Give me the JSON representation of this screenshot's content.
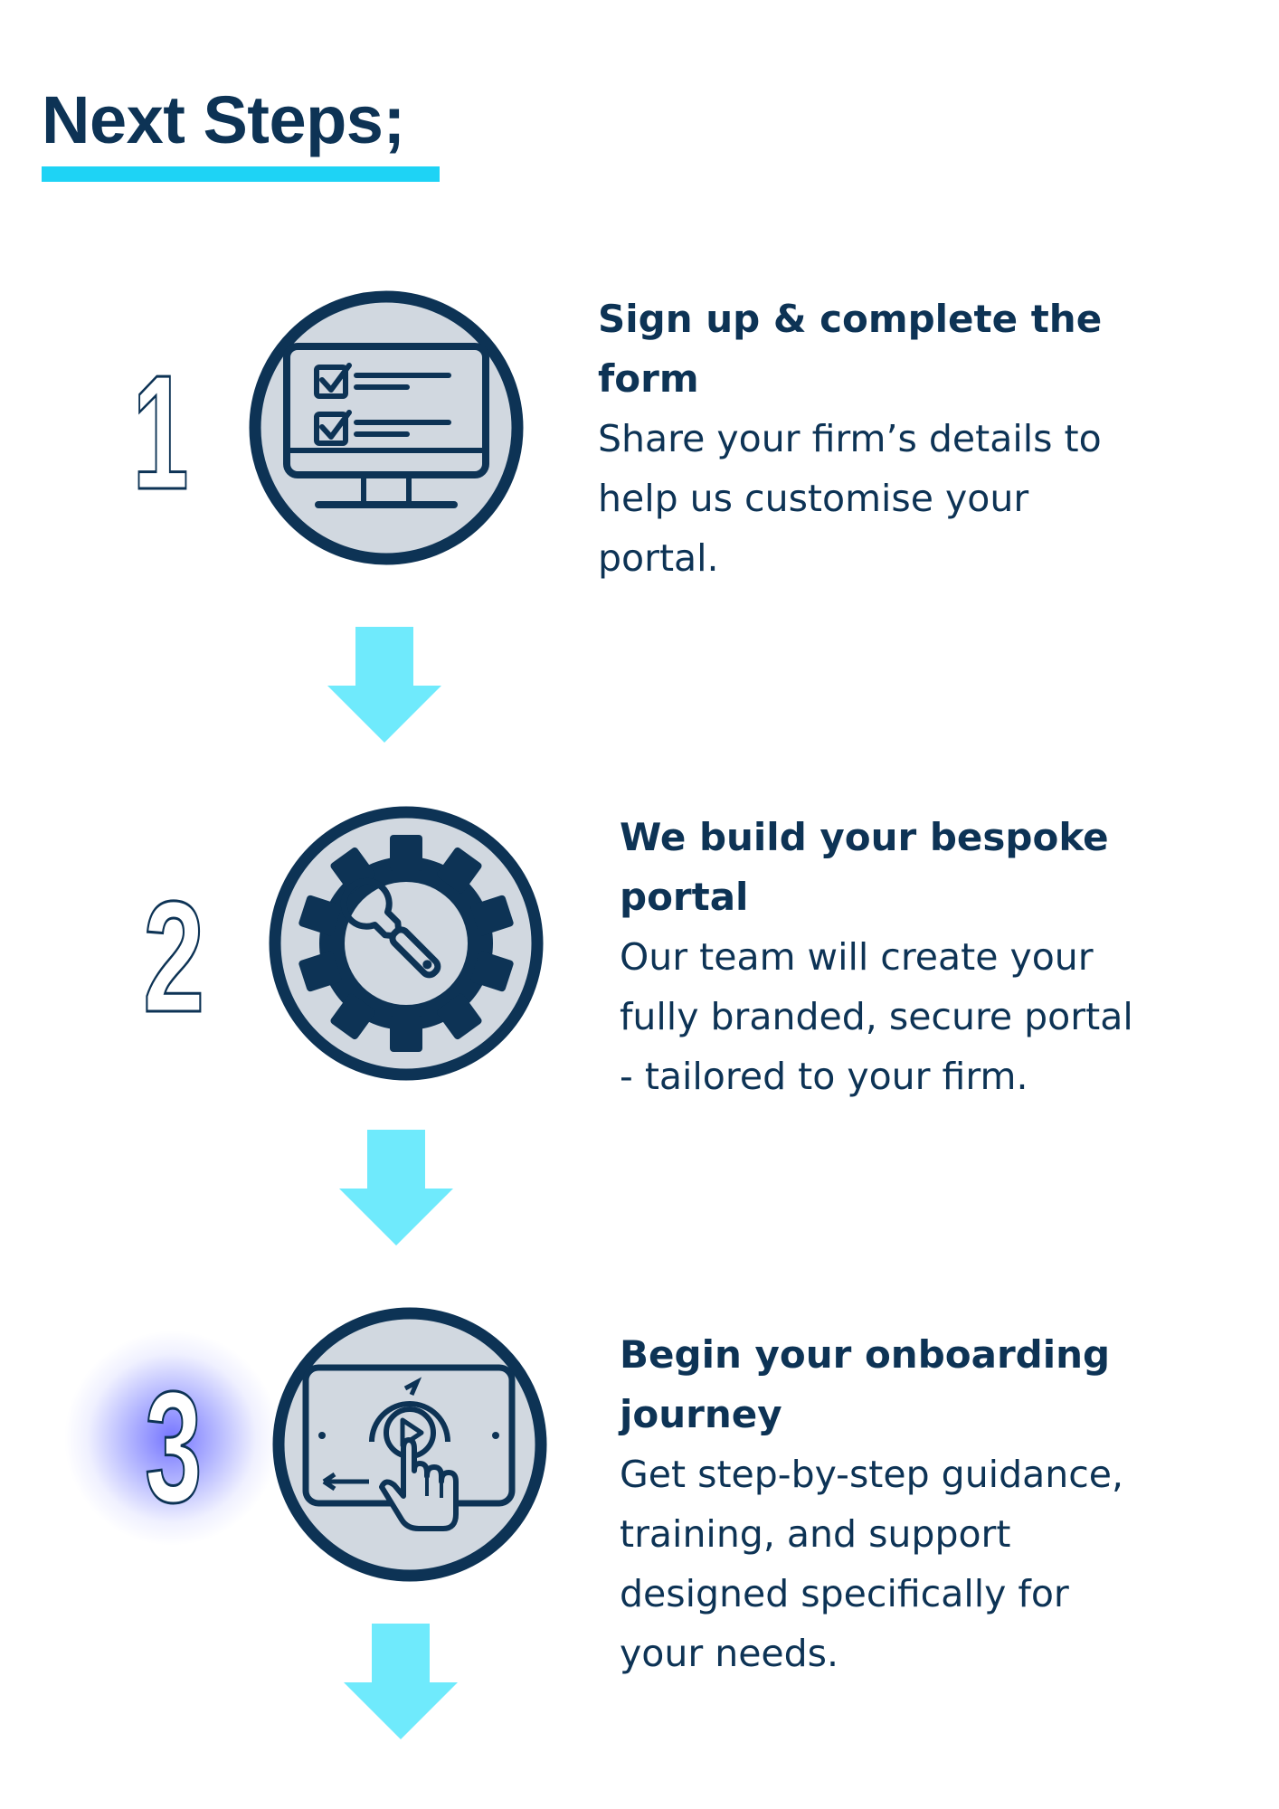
{
  "header": {
    "title": "Next Steps;"
  },
  "colors": {
    "navy": "#0d3355",
    "icon_fill": "#d1d8e0",
    "accent_cyan": "#1ed3f5",
    "arrow_cyan": "#6feafc",
    "glow_blue": "#6e6eff"
  },
  "steps": [
    {
      "number": "1",
      "icon": "monitor-checklist-icon",
      "heading": "Sign up & complete the\nform",
      "body": " Share your firm’s details to\nhelp us customise your\nportal."
    },
    {
      "number": "2",
      "icon": "gear-wrench-icon",
      "heading": "We build your bespoke\nportal",
      "body": " Our team will create your\nfully branded, secure portal\n- tailored to your firm."
    },
    {
      "number": "3",
      "icon": "tablet-touch-play-icon",
      "heading": "Begin your onboarding\njourney",
      "body": " Get step-by-step guidance,\ntraining, and support\ndesigned specifically for\nyour needs."
    }
  ]
}
